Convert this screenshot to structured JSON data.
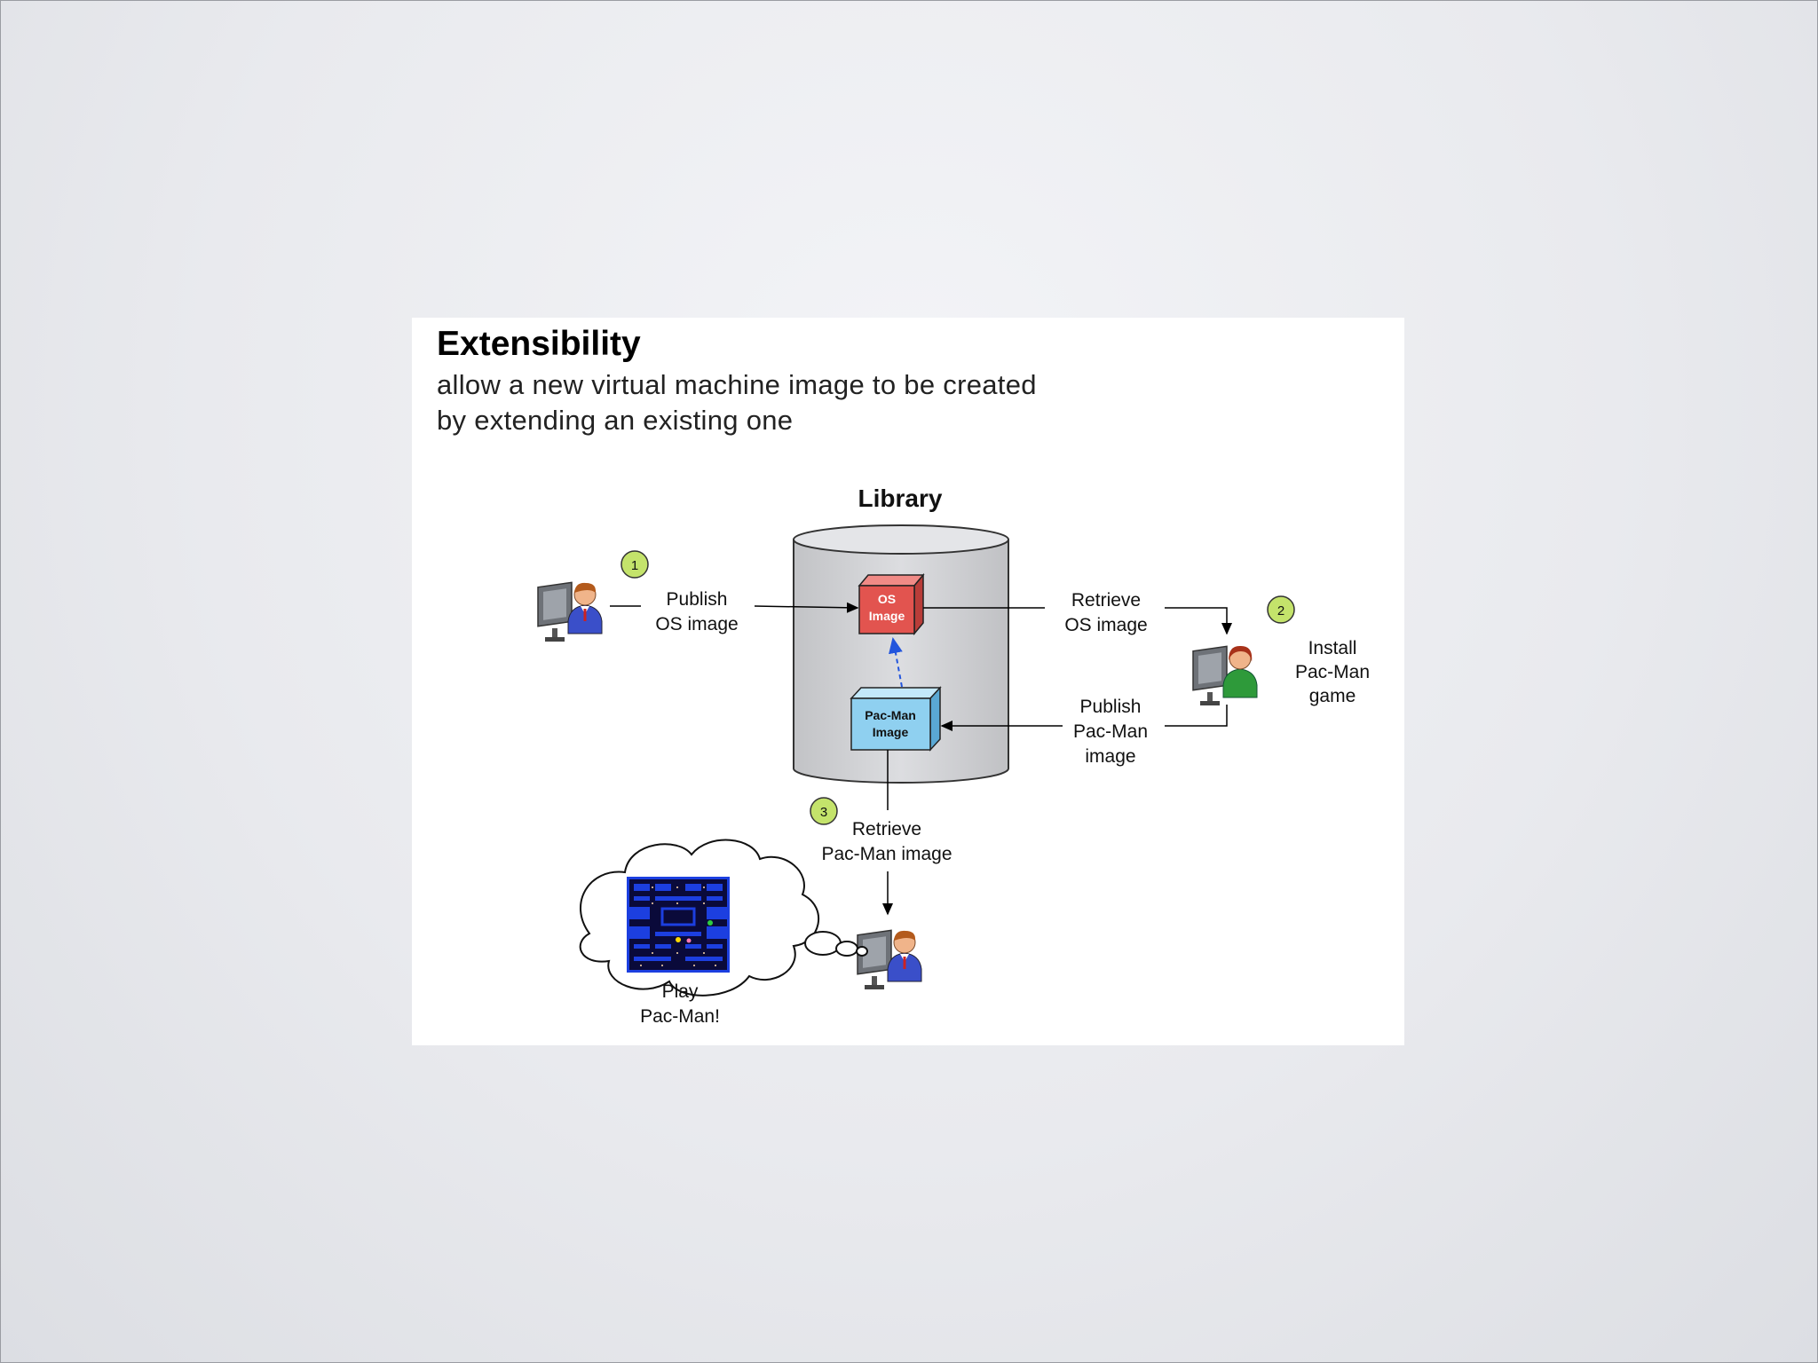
{
  "slide": {
    "title": "Extensibility",
    "subtitle": "allow a new virtual machine image to be created by extending an existing one"
  },
  "diagram": {
    "library_label": "Library",
    "os_image_box": [
      "OS",
      "Image"
    ],
    "pacman_image_box": [
      "Pac-Man",
      "Image"
    ],
    "steps": [
      "1",
      "2",
      "3"
    ],
    "publish_os": [
      "Publish",
      "OS image"
    ],
    "retrieve_os": [
      "Retrieve",
      "OS image"
    ],
    "install_pacman": [
      "Install",
      "Pac-Man",
      "game"
    ],
    "publish_pacman": [
      "Publish",
      "Pac-Man",
      "image"
    ],
    "retrieve_pacman": [
      "Retrieve",
      "Pac-Man image"
    ],
    "play_pacman": [
      "Play",
      "Pac-Man!"
    ]
  },
  "colors": {
    "os_box": "#e2544f",
    "pacman_box": "#8fd0f0",
    "step_badge": "#c4e36b",
    "cylinder": "#d4d5d8",
    "maze_bg": "#0a0a3a",
    "maze_wall": "#1c3fe0"
  }
}
